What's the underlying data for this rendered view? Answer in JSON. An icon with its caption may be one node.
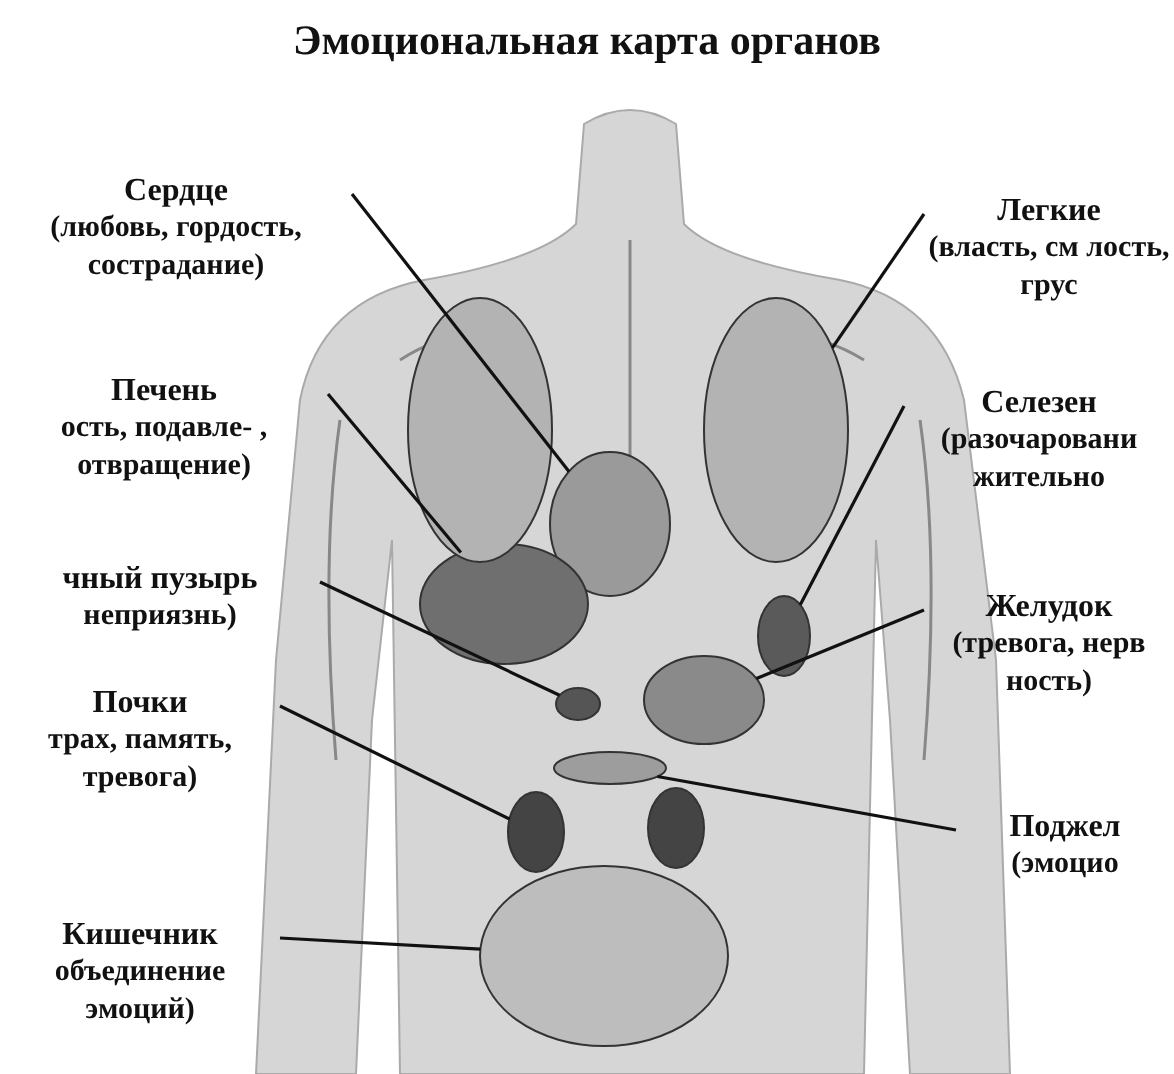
{
  "diagram": {
    "title": "Эмоциональная карта органов",
    "nodes": [
      {
        "text": [
          "Сердце",
          "(любовь, гордость, сострадание)"
        ]
      },
      {
        "text": [
          "Печень",
          "ость, подавле- , отвращение)"
        ]
      },
      {
        "text": [
          "чный пузырь",
          "неприязнь)"
        ]
      },
      {
        "text": [
          "Почки",
          "трах, память, тревога)"
        ]
      },
      {
        "text": [
          "Кишечник",
          "объединение эмоций)"
        ]
      },
      {
        "text": [
          "Легкие",
          "(власть, см лость, грус"
        ]
      },
      {
        "text": [
          "Селезен",
          "(разочаровани жительно"
        ]
      },
      {
        "text": [
          "Желудок",
          "(тревога, нерв ность)"
        ]
      },
      {
        "text": [
          "Поджел",
          "(эмоцио"
        ]
      },
      {
        "text": [],
        "shape": "circle"
      },
      {
        "text": [],
        "shape": "circle"
      },
      {
        "text": [],
        "shape": "circle"
      },
      {
        "text": [],
        "shape": "circle"
      },
      {
        "text": [],
        "shape": "circle"
      },
      {
        "text": [],
        "shape": "circle"
      },
      {
        "text": [],
        "shape": "circle"
      },
      {
        "text": [],
        "shape": "circle"
      },
      {
        "text": [],
        "shape": "circle"
      }
    ],
    "edges": [
      {
        "from": 0,
        "to": 9,
        "arrow": "none"
      },
      {
        "from": 1,
        "to": 10,
        "arrow": "none"
      },
      {
        "from": 2,
        "to": 11,
        "arrow": "none"
      },
      {
        "from": 3,
        "to": 12,
        "arrow": "none"
      },
      {
        "from": 4,
        "to": 13,
        "arrow": "none"
      },
      {
        "from": 5,
        "to": 14,
        "arrow": "none"
      },
      {
        "from": 6,
        "to": 15,
        "arrow": "none"
      },
      {
        "from": 7,
        "to": 16,
        "arrow": "none"
      },
      {
        "from": 8,
        "to": 17,
        "arrow": "none"
      }
    ]
  }
}
